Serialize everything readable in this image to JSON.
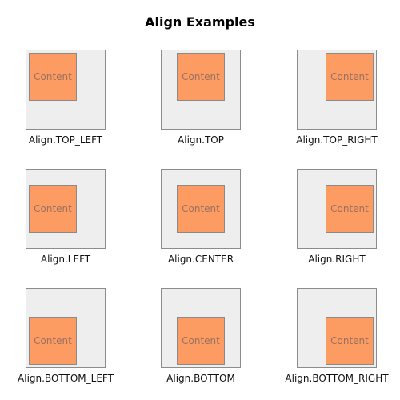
{
  "page": {
    "title": "Align Examples"
  },
  "examples": [
    {
      "label": "Align.TOP_LEFT",
      "content": "Content"
    },
    {
      "label": "Align.TOP",
      "content": "Content"
    },
    {
      "label": "Align.TOP_RIGHT",
      "content": "Content"
    },
    {
      "label": "Align.LEFT",
      "content": "Content"
    },
    {
      "label": "Align.CENTER",
      "content": "Content"
    },
    {
      "label": "Align.RIGHT",
      "content": "Content"
    },
    {
      "label": "Align.BOTTOM_LEFT",
      "content": "Content"
    },
    {
      "label": "Align.BOTTOM",
      "content": "Content"
    },
    {
      "label": "Align.BOTTOM_RIGHT",
      "content": "Content"
    }
  ],
  "colors": {
    "background": "#ffffff",
    "container_fill": "#eeeeee",
    "container_border": "#8c8c8c",
    "content_fill": "#fc9c62",
    "content_text": "#9a7060"
  }
}
